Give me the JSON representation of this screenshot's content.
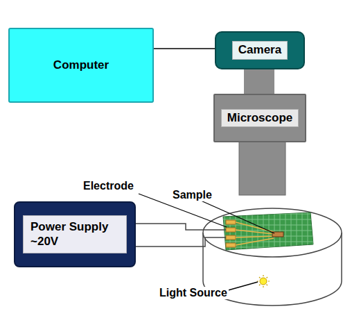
{
  "diagram": {
    "nodes": [
      {
        "text": [
          "Computer"
        ]
      },
      {
        "text": [
          "Camera"
        ]
      },
      {
        "text": [
          "Microscope"
        ]
      },
      {
        "text": [
          "Power Supply ~20V"
        ]
      }
    ],
    "edges": [
      {
        "from": 0,
        "to": 1,
        "arrow": "none"
      }
    ],
    "labels": [
      "Electrode",
      "Sample",
      "Light Source"
    ]
  }
}
